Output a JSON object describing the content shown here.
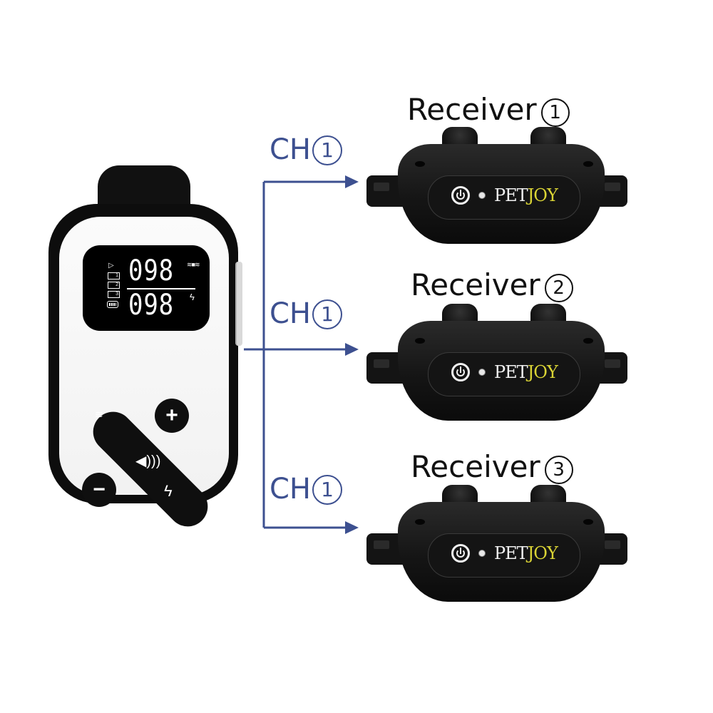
{
  "colors": {
    "connector": "#3d5090",
    "brand_accent": "#d9d335",
    "device_body": "#111111",
    "remote_face": "#f6f6f6"
  },
  "remote": {
    "display": {
      "top_value": "098",
      "bottom_value": "098",
      "top_mode_icon": "vibration-icon",
      "bottom_mode_icon": "shock-bolt-icon",
      "left_icons": [
        "sound-icon",
        "channel-1-icon",
        "channel-2-icon",
        "channel-3-icon",
        "battery-icon"
      ],
      "channel_numbers": [
        "1",
        "2",
        "3"
      ]
    },
    "buttons": {
      "plus": "+",
      "minus": "−",
      "vibrate_icon": "≋",
      "sound_icon": "🔊",
      "shock_icon": "⚡"
    }
  },
  "connections": [
    {
      "channel_prefix": "CH",
      "channel_number": "1"
    },
    {
      "channel_prefix": "CH",
      "channel_number": "1"
    },
    {
      "channel_prefix": "CH",
      "channel_number": "1"
    }
  ],
  "receivers": [
    {
      "label": "Receiver",
      "number": "1",
      "brand_main": "PET",
      "brand_accent": "JOY"
    },
    {
      "label": "Receiver",
      "number": "2",
      "brand_main": "PET",
      "brand_accent": "JOY"
    },
    {
      "label": "Receiver",
      "number": "3",
      "brand_main": "PET",
      "brand_accent": "JOY"
    }
  ]
}
